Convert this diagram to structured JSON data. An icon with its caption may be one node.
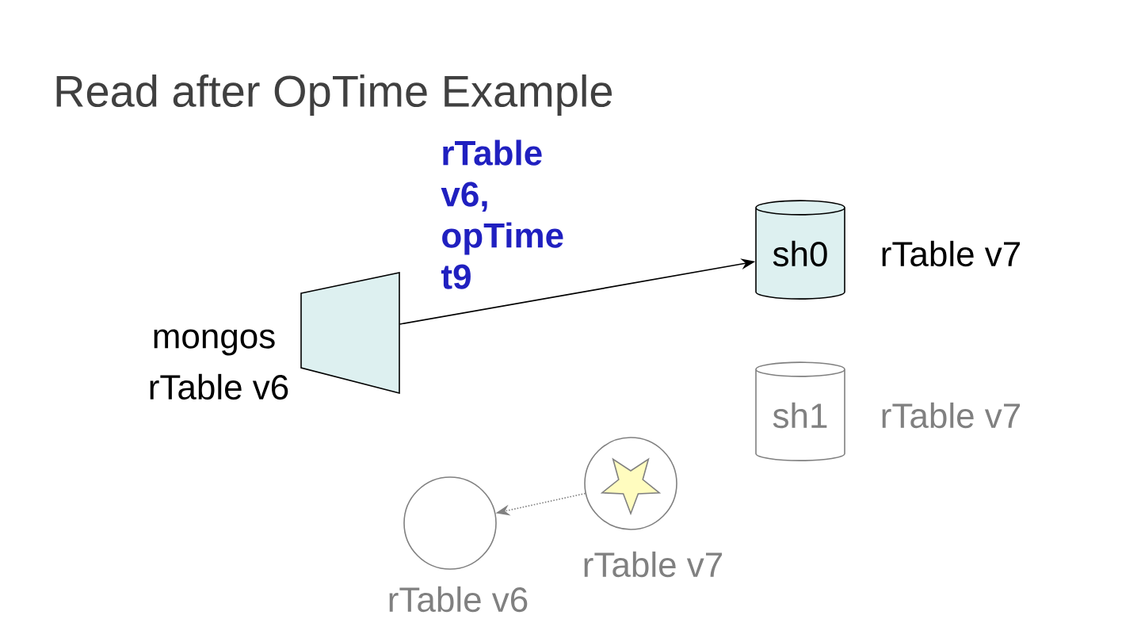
{
  "diagram": {
    "title": "Read after OpTime Example",
    "nodes": [
      {
        "text": [],
        "shape": "trapezoid",
        "beside": [
          "mongos",
          "rTable v6"
        ]
      },
      {
        "text": [
          "sh0"
        ],
        "beside": [
          "rTable v7"
        ]
      },
      {
        "text": [
          "sh1"
        ],
        "beside": [
          "rTable v7"
        ]
      },
      {
        "text": [],
        "shape": "circle",
        "beside": [
          "rTable v6"
        ]
      },
      {
        "text": [],
        "shape": "circle",
        "beside": [
          "rTable v7"
        ]
      }
    ],
    "edges": [
      {
        "from": 0,
        "to": 1,
        "arrow": "to",
        "label": "rTable v6, opTime t9"
      },
      {
        "from": 4,
        "to": 3,
        "arrow": "to",
        "style": "dashed",
        "color": "#808080"
      }
    ]
  }
}
